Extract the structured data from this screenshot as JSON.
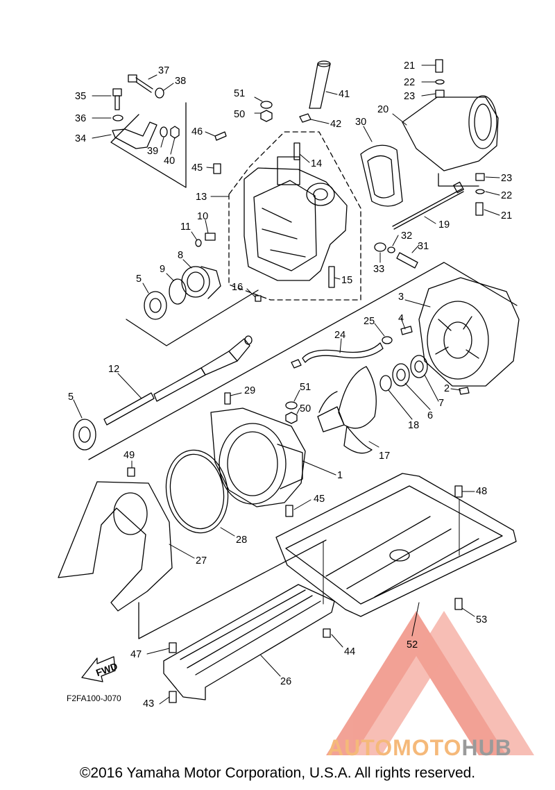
{
  "diagram": {
    "part_labels": [
      {
        "id": "p37",
        "text": "37"
      },
      {
        "id": "p38",
        "text": "38"
      },
      {
        "id": "p35",
        "text": "35"
      },
      {
        "id": "p36",
        "text": "36"
      },
      {
        "id": "p34",
        "text": "34"
      },
      {
        "id": "p39",
        "text": "39"
      },
      {
        "id": "p40",
        "text": "40"
      },
      {
        "id": "p51a",
        "text": "51"
      },
      {
        "id": "p50a",
        "text": "50"
      },
      {
        "id": "p41",
        "text": "41"
      },
      {
        "id": "p42",
        "text": "42"
      },
      {
        "id": "p46",
        "text": "46"
      },
      {
        "id": "p45a",
        "text": "45"
      },
      {
        "id": "p14",
        "text": "14"
      },
      {
        "id": "p13",
        "text": "13"
      },
      {
        "id": "p10",
        "text": "10"
      },
      {
        "id": "p11",
        "text": "11"
      },
      {
        "id": "p8",
        "text": "8"
      },
      {
        "id": "p9",
        "text": "9"
      },
      {
        "id": "p5a",
        "text": "5"
      },
      {
        "id": "p16",
        "text": "16"
      },
      {
        "id": "p15",
        "text": "15"
      },
      {
        "id": "p30",
        "text": "30"
      },
      {
        "id": "p20",
        "text": "20"
      },
      {
        "id": "p21a",
        "text": "21"
      },
      {
        "id": "p22a",
        "text": "22"
      },
      {
        "id": "p23a",
        "text": "23"
      },
      {
        "id": "p23b",
        "text": "23"
      },
      {
        "id": "p22b",
        "text": "22"
      },
      {
        "id": "p21b",
        "text": "21"
      },
      {
        "id": "p19",
        "text": "19"
      },
      {
        "id": "p32",
        "text": "32"
      },
      {
        "id": "p31",
        "text": "31"
      },
      {
        "id": "p33",
        "text": "33"
      },
      {
        "id": "p3",
        "text": "3"
      },
      {
        "id": "p4",
        "text": "4"
      },
      {
        "id": "p25",
        "text": "25"
      },
      {
        "id": "p24",
        "text": "24"
      },
      {
        "id": "p12",
        "text": "12"
      },
      {
        "id": "p5b",
        "text": "5"
      },
      {
        "id": "p29",
        "text": "29"
      },
      {
        "id": "p51b",
        "text": "51"
      },
      {
        "id": "p50b",
        "text": "50"
      },
      {
        "id": "p2",
        "text": "2"
      },
      {
        "id": "p7",
        "text": "7"
      },
      {
        "id": "p6",
        "text": "6"
      },
      {
        "id": "p18",
        "text": "18"
      },
      {
        "id": "p17",
        "text": "17"
      },
      {
        "id": "p1",
        "text": "1"
      },
      {
        "id": "p49",
        "text": "49"
      },
      {
        "id": "p45b",
        "text": "45"
      },
      {
        "id": "p48",
        "text": "48"
      },
      {
        "id": "p27",
        "text": "27"
      },
      {
        "id": "p28",
        "text": "28"
      },
      {
        "id": "p53",
        "text": "53"
      },
      {
        "id": "p52",
        "text": "52"
      },
      {
        "id": "p47",
        "text": "47"
      },
      {
        "id": "p44",
        "text": "44"
      },
      {
        "id": "p26",
        "text": "26"
      },
      {
        "id": "p43",
        "text": "43"
      }
    ],
    "fwd_label": "FWD",
    "figure_code": "F2FA100-J070"
  },
  "watermark": {
    "text_part1": "AUTOMOTO",
    "text_part2": "HUB",
    "color_part1": "#f5b97a",
    "color_part2": "#9a9a9a",
    "logo_color": "#e8553f"
  },
  "copyright": "©2016 Yamaha Motor Corporation, U.S.A. All rights reserved."
}
